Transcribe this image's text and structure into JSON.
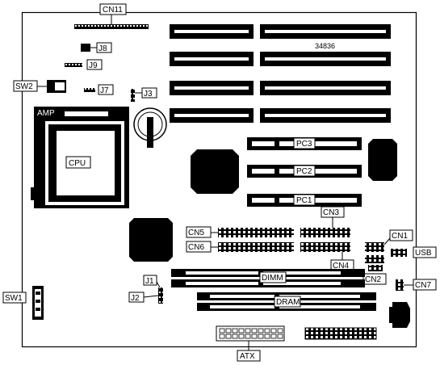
{
  "diagram": {
    "part_number": "34836",
    "cpu": {
      "label": "CPU",
      "socket_brand": "AMP"
    },
    "slots": {
      "pci": [
        "PC3",
        "PC2",
        "PC1"
      ],
      "dimm_label": "DIMM",
      "dram_label": "DRAM"
    },
    "connectors": {
      "cn11": "CN11",
      "cn5": "CN5",
      "cn6": "CN6",
      "cn3": "CN3",
      "cn4": "CN4",
      "cn1": "CN1",
      "cn2": "CN2",
      "cn7": "CN7",
      "usb": "USB",
      "atx": "ATX"
    },
    "jumpers": {
      "j8": "J8",
      "j9": "J9",
      "j7": "J7",
      "j3": "J3",
      "j1": "J1",
      "j2": "J2"
    },
    "switches": {
      "sw2": "SW2",
      "sw1": "SW1"
    }
  },
  "colors": {
    "ink": "#000000",
    "paper": "#ffffff"
  }
}
